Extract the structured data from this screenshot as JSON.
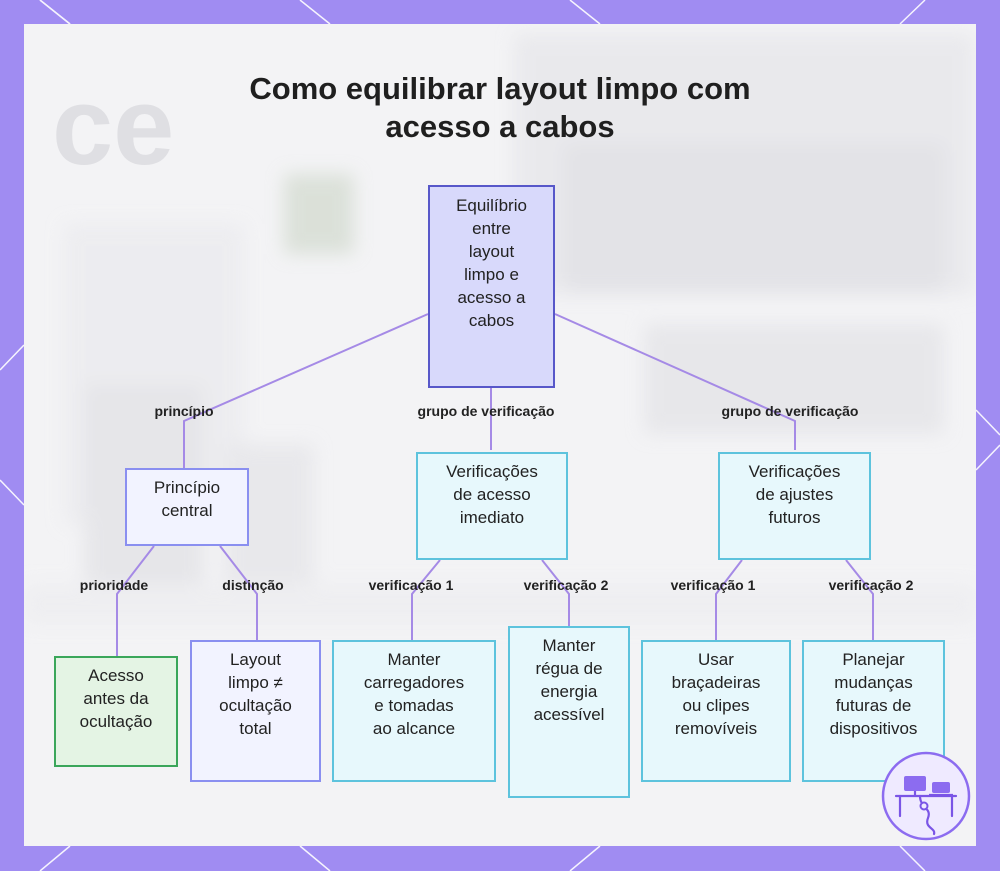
{
  "title": {
    "line1": "Como equilibrar layout limpo com",
    "line2": "acesso a cabos"
  },
  "background": {
    "watermark": "ce"
  },
  "nodes": {
    "root": [
      "Equilíbrio",
      "entre",
      "layout",
      "limpo e",
      "acesso a",
      "cabos"
    ],
    "principle": [
      "Princípio",
      "central"
    ],
    "group1": [
      "Verificações",
      "de acesso",
      "imediato"
    ],
    "group2": [
      "Verificações",
      "de ajustes",
      "futuros"
    ],
    "leaf1": [
      "Acesso",
      "antes da",
      "ocultação"
    ],
    "leaf2": [
      "Layout",
      "limpo ≠",
      "ocultação",
      "total"
    ],
    "leaf3": [
      "Manter",
      "carregadores",
      "e tomadas",
      "ao alcance"
    ],
    "leaf4": [
      "Manter",
      "régua de",
      "energia",
      "acessível"
    ],
    "leaf5": [
      "Usar",
      "braçadeiras",
      "ou clipes",
      "removíveis"
    ],
    "leaf6": [
      "Planejar",
      "mudanças",
      "futuras de",
      "dispositivos"
    ]
  },
  "edge_labels": {
    "root_principle": "princípio",
    "root_group1": "grupo de verificação",
    "root_group2": "grupo de verificação",
    "principle_leaf1": "prioridade",
    "principle_leaf2": "distinção",
    "group1_leaf3": "verificação 1",
    "group1_leaf4": "verificação 2",
    "group2_leaf5": "verificação 1",
    "group2_leaf6": "verificação 2"
  },
  "colors": {
    "frame": "#a08cf2",
    "edge": "#a58ae6",
    "root_fill": "#d8d9fb",
    "group_border": "#5dc3dd",
    "green_border": "#3aa65a"
  },
  "icons": {
    "logo": "desk-cable-logo-icon"
  }
}
